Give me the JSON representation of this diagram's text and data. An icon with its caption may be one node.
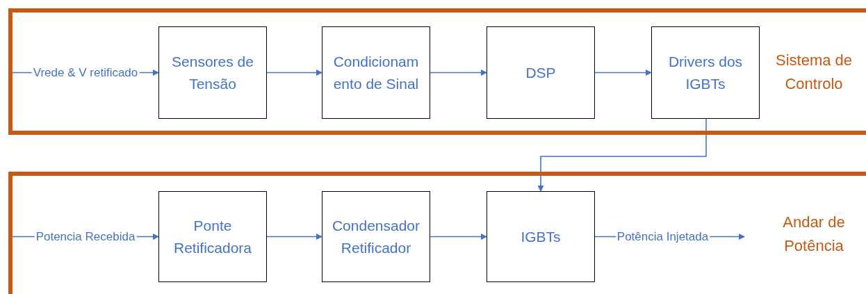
{
  "diagram": {
    "nodes": [
      {
        "text": [
          "Sistema de Controlo"
        ]
      },
      {
        "text": [
          "Sensores de Tensão"
        ],
        "in": 0
      },
      {
        "text": [
          "Condicionam ento de Sinal"
        ],
        "in": 0
      },
      {
        "text": [
          "DSP"
        ],
        "in": 0
      },
      {
        "text": [
          "Drivers dos IGBTs"
        ],
        "in": 0
      },
      {
        "text": [
          "Andar de Potência"
        ]
      },
      {
        "text": [
          "Ponte Retificadora"
        ],
        "in": 5
      },
      {
        "text": [
          "Condensador Retificador"
        ],
        "in": 5
      },
      {
        "text": [
          "IGBTs"
        ],
        "in": 5
      }
    ],
    "edges": [
      {
        "from": null,
        "to": 1,
        "arrow": "to",
        "label": "Vrede & V retificado"
      },
      {
        "from": 1,
        "to": 2,
        "arrow": "to"
      },
      {
        "from": 2,
        "to": 3,
        "arrow": "to"
      },
      {
        "from": 3,
        "to": 4,
        "arrow": "to"
      },
      {
        "from": 4,
        "to": 8,
        "arrow": "to"
      },
      {
        "from": null,
        "to": 6,
        "arrow": "to",
        "label": "Potencia Recebida"
      },
      {
        "from": 6,
        "to": 7,
        "arrow": "to"
      },
      {
        "from": 7,
        "to": 8,
        "arrow": "to"
      },
      {
        "from": 8,
        "to": null,
        "arrow": "to",
        "label": "Potência Injetada"
      }
    ]
  }
}
